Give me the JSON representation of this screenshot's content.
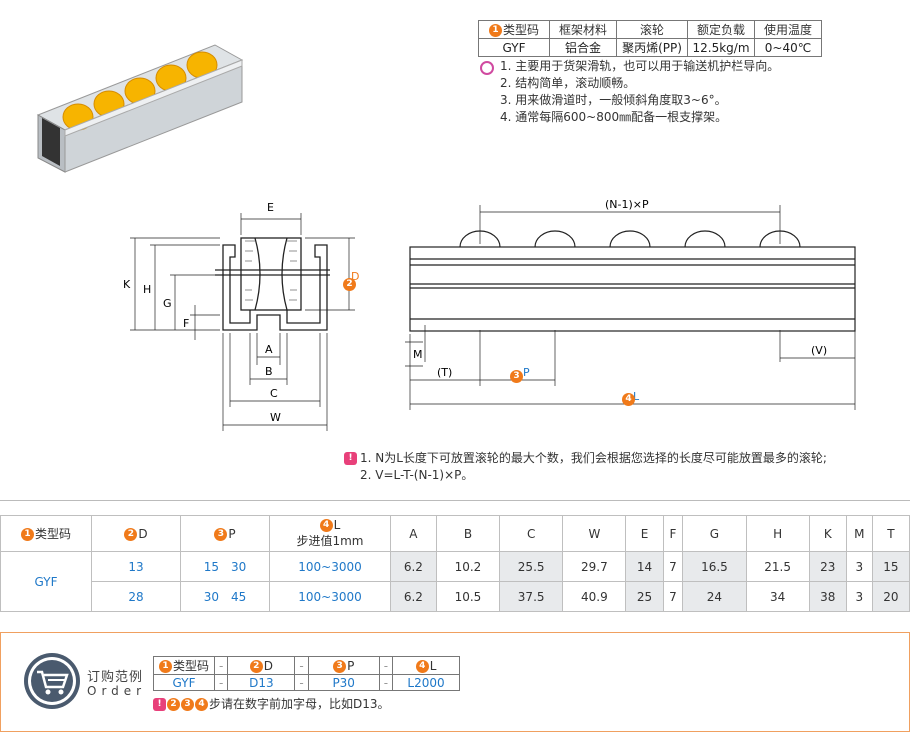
{
  "spec_table": {
    "headers": [
      "类型码",
      "框架材料",
      "滚轮",
      "额定负载",
      "使用温度"
    ],
    "values": [
      "GYF",
      "铝合金",
      "聚丙烯(PP)",
      "12.5kg/m",
      "0~40℃"
    ]
  },
  "features": [
    "1. 主要用于货架滑轨，也可以用于输送机护栏导向。",
    "2. 结构简单，滚动顺畅。",
    "3. 用来做滑道时，一般倾斜角度取3~6°。",
    "4. 通常每隔600~800㎜配备一根支撑架。"
  ],
  "drawing_labels": {
    "E": "E",
    "D": "D",
    "K": "K",
    "H": "H",
    "G": "G",
    "F": "F",
    "A": "A",
    "B": "B",
    "C": "C",
    "W": "W",
    "NP": "(N-1)×P",
    "M": "M",
    "T": "(T)",
    "P": "P",
    "V": "(V)",
    "L": "L"
  },
  "drawing_notes": [
    "1. N为L长度下可放置滚轮的最大个数，我们会根据您选择的长度尽可能放置最多的滚轮;",
    "2. V=L-T-(N-1)×P。"
  ],
  "dim_table": {
    "headers": [
      "类型码",
      "D",
      "P",
      "L",
      "A",
      "B",
      "C",
      "W",
      "E",
      "F",
      "G",
      "H",
      "K",
      "M",
      "T"
    ],
    "l_sub": "步进值1mm",
    "type_code": "GYF",
    "rows": [
      {
        "D": "13",
        "P": "15　30",
        "L": "100~3000",
        "A": "6.2",
        "B": "10.2",
        "C": "25.5",
        "W": "29.7",
        "E": "14",
        "F": "7",
        "G": "16.5",
        "H": "21.5",
        "K": "23",
        "M": "3",
        "T": "15"
      },
      {
        "D": "28",
        "P": "30　45",
        "L": "100~3000",
        "A": "6.2",
        "B": "10.5",
        "C": "37.5",
        "W": "40.9",
        "E": "25",
        "F": "7",
        "G": "24",
        "H": "34",
        "K": "38",
        "M": "3",
        "T": "20"
      }
    ]
  },
  "order": {
    "title": "订购范例",
    "title_en": "Order",
    "headers": [
      "类型码",
      "D",
      "P",
      "L"
    ],
    "values": [
      "GYF",
      "D13",
      "P30",
      "L2000"
    ],
    "dash": "-",
    "note": "步请在数字前加字母，比如D13。",
    "note_badges": [
      "2",
      "3",
      "4"
    ]
  },
  "colors": {
    "accent": "#f07a1a",
    "blue": "#1f78c8",
    "roller": "#f5b100",
    "pink": "#e8407a"
  }
}
